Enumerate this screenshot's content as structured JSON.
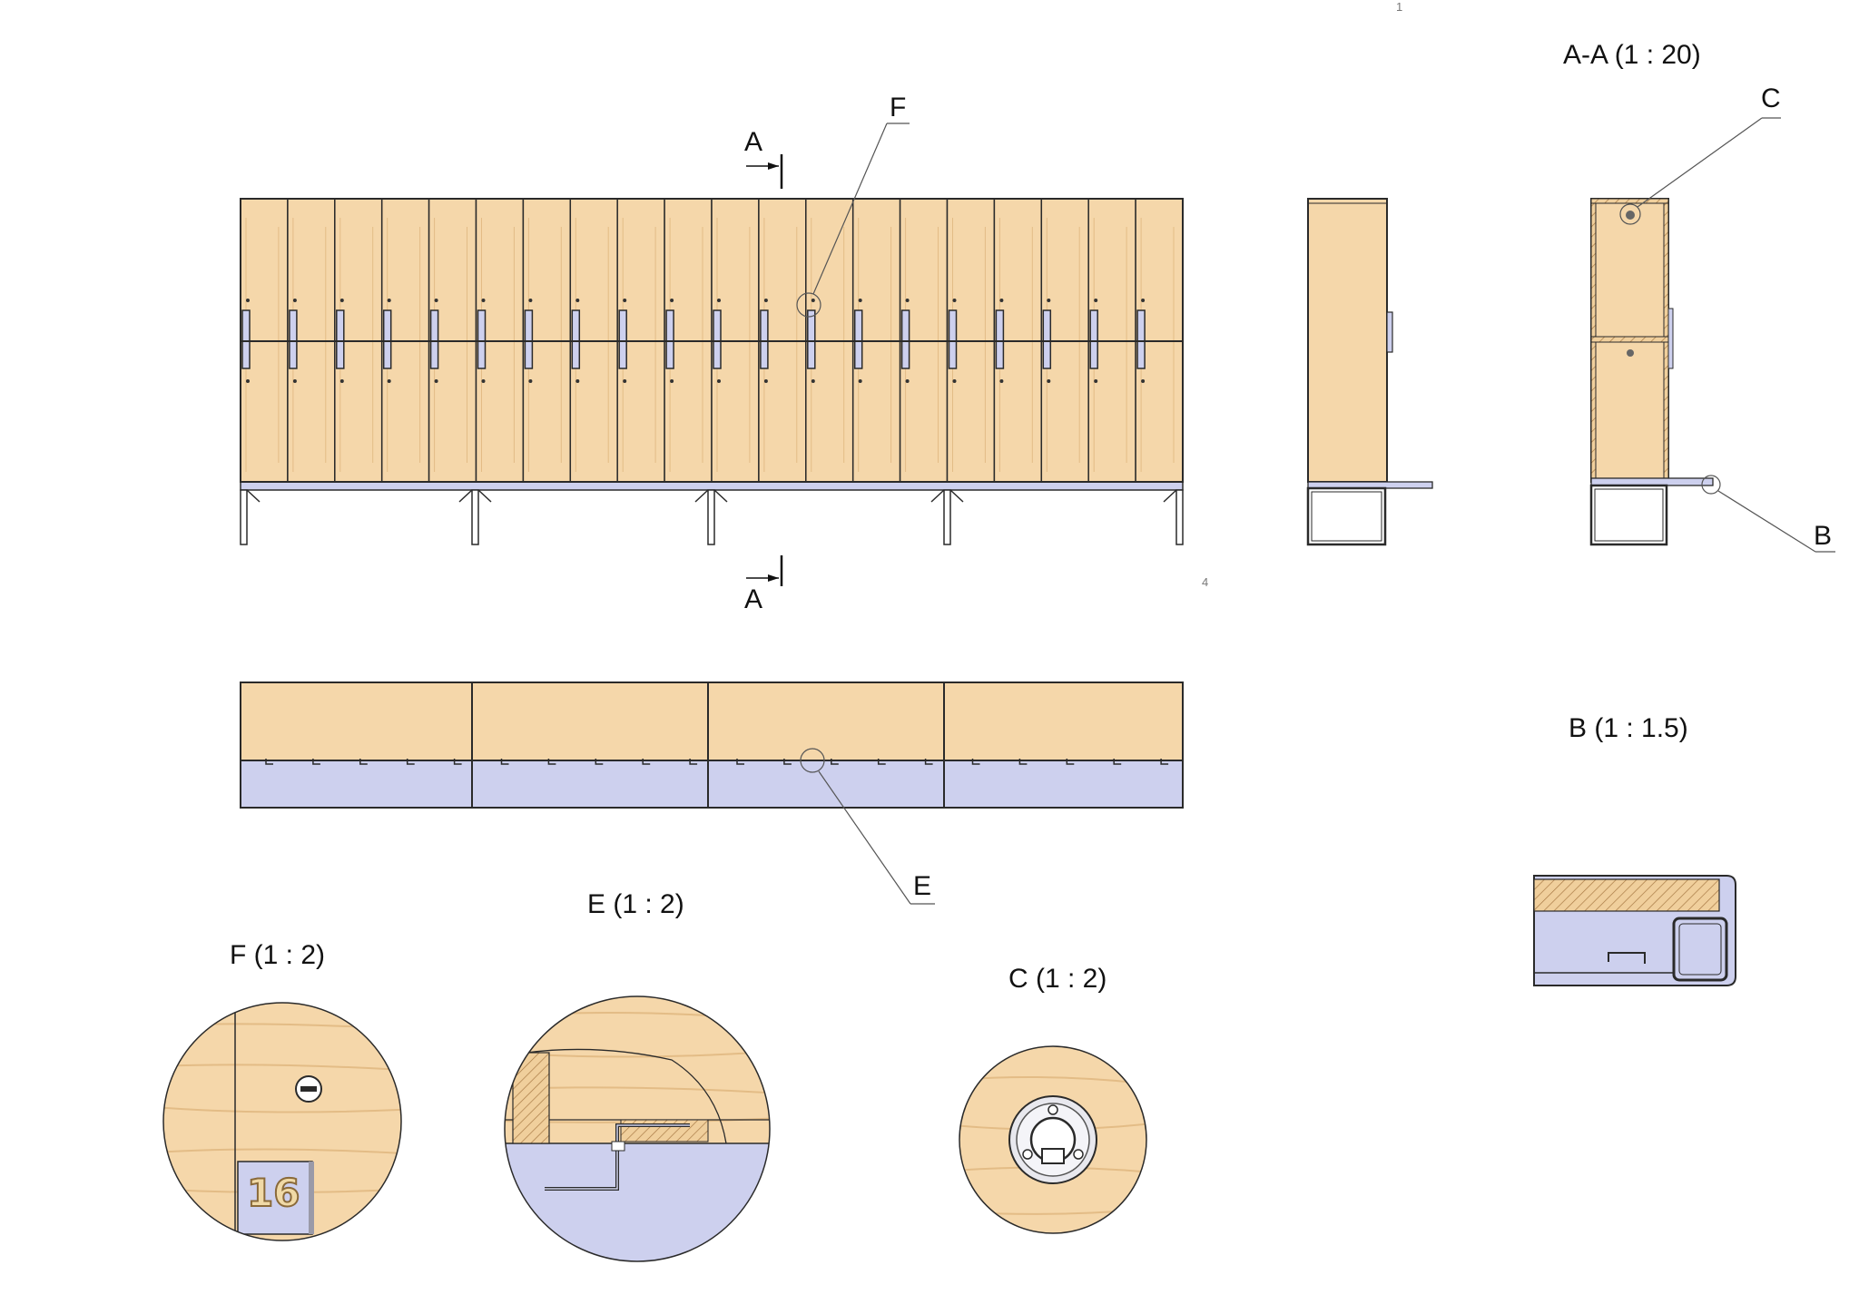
{
  "sheet": {
    "page_number_top": "1",
    "page_number_mid": "4"
  },
  "views": {
    "section_aa_title": "A-A (1 : 20)",
    "detail_b_title": "B (1 : 1.5)",
    "detail_e_title": "E (1 : 2)",
    "detail_f_title": "F (1 : 2)",
    "detail_c_title": "C (1 : 2)"
  },
  "callouts": {
    "section_top": "A",
    "section_bottom": "A",
    "detail_f": "F",
    "detail_c": "C",
    "detail_b": "B",
    "detail_e": "E"
  },
  "locker": {
    "number_plate": "16"
  },
  "colors": {
    "wood": "#f5d7aa",
    "wood_grain": "#e3bc86",
    "steel": "#cdd0ee",
    "outline": "#2a2a2a",
    "hatch": "#c59a62"
  }
}
